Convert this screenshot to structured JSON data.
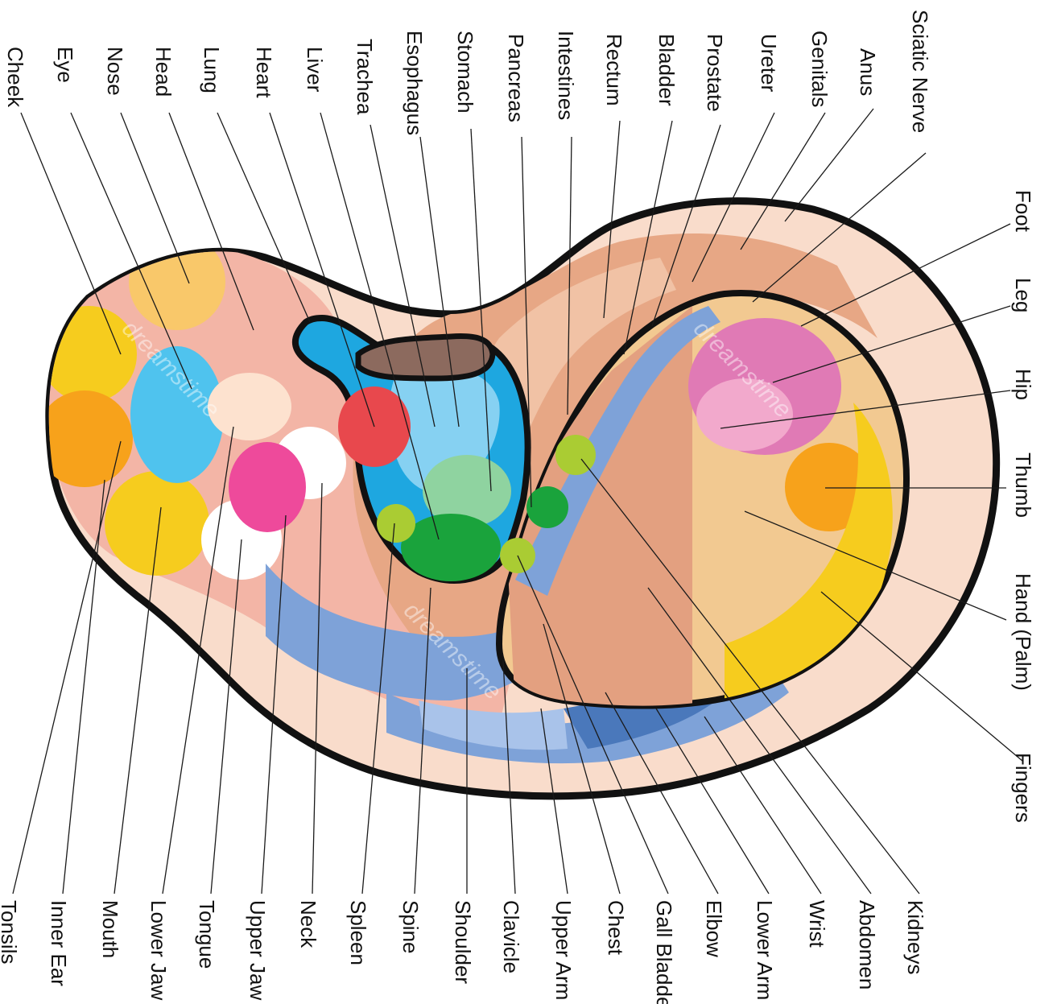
{
  "watermark": "dreamstime",
  "colors": {
    "outline": "#111111",
    "helix": "#f9dccb",
    "lobe_skin": "#f3b5a6",
    "antihelix": "#e7a785",
    "navy": "#7ea2d8",
    "blue_dark": "#4a78bb",
    "concha_brown": "#c8742e",
    "cavum_blue": "#1ea7e0",
    "pink": "#e07ab5",
    "yellow": "#f6cc1e",
    "orange": "#f7a21b"
  },
  "labels_top": [
    {
      "id": "cheek",
      "text": "Cheek"
    },
    {
      "id": "eye",
      "text": "Eye"
    },
    {
      "id": "nose",
      "text": "Nose"
    },
    {
      "id": "head",
      "text": "Head"
    },
    {
      "id": "lung",
      "text": "Lung"
    },
    {
      "id": "heart",
      "text": "Heart"
    },
    {
      "id": "liver",
      "text": "Liver"
    },
    {
      "id": "trachea",
      "text": "Trachea"
    },
    {
      "id": "esophagus",
      "text": "Esophagus"
    },
    {
      "id": "stomach",
      "text": "Stomach"
    },
    {
      "id": "pancreas",
      "text": "Pancreas"
    },
    {
      "id": "intestines",
      "text": "Intestines"
    },
    {
      "id": "rectum",
      "text": "Rectum"
    },
    {
      "id": "bladder",
      "text": "Bladder"
    },
    {
      "id": "prostate",
      "text": "Prostate"
    },
    {
      "id": "ureter",
      "text": "Ureter"
    },
    {
      "id": "genitals",
      "text": "Genitals"
    },
    {
      "id": "anus",
      "text": "Anus"
    },
    {
      "id": "sciatic_nerve",
      "text": "Sciatic Nerve"
    }
  ],
  "labels_right": [
    {
      "id": "foot",
      "text": "Foot"
    },
    {
      "id": "leg",
      "text": "Leg"
    },
    {
      "id": "hip",
      "text": "Hip"
    },
    {
      "id": "thumb",
      "text": "Thumb"
    },
    {
      "id": "hand_palm",
      "text": "Hand (Palm)"
    },
    {
      "id": "fingers",
      "text": "Fingers"
    }
  ],
  "labels_bottom": [
    {
      "id": "tonsils",
      "text": "Tonsils"
    },
    {
      "id": "inner_ear",
      "text": "Inner Ear"
    },
    {
      "id": "mouth",
      "text": "Mouth"
    },
    {
      "id": "lower_jaw",
      "text": "Lower Jaw"
    },
    {
      "id": "tongue",
      "text": "Tongue"
    },
    {
      "id": "upper_jaw",
      "text": "Upper Jaw"
    },
    {
      "id": "neck",
      "text": "Neck"
    },
    {
      "id": "spleen",
      "text": "Spleen"
    },
    {
      "id": "spine",
      "text": "Spine"
    },
    {
      "id": "shoulder",
      "text": "Shoulder"
    },
    {
      "id": "clavicle",
      "text": "Clavicle"
    },
    {
      "id": "upper_arm",
      "text": "Upper Arm"
    },
    {
      "id": "chest",
      "text": "Chest"
    },
    {
      "id": "gall_bladder",
      "text": "Gall Bladder"
    },
    {
      "id": "elbow",
      "text": "Elbow"
    },
    {
      "id": "lower_arm",
      "text": "Lower Arm"
    },
    {
      "id": "wrist",
      "text": "Wrist"
    },
    {
      "id": "abdomen",
      "text": "Abdomen"
    },
    {
      "id": "kidneys",
      "text": "Kidneys"
    }
  ]
}
